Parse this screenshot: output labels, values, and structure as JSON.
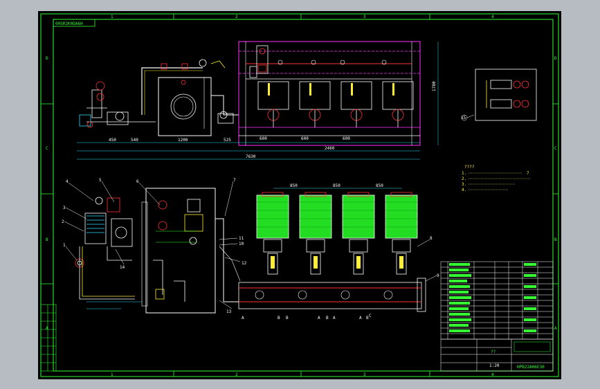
{
  "title_tag": "00SR2K0DA6H",
  "grid": {
    "cols": [
      "1",
      "2",
      "3",
      "4"
    ],
    "rows": [
      "D",
      "C",
      "B",
      "A"
    ]
  },
  "dimensions": {
    "top_front": [
      "450",
      "540",
      "1200",
      "525",
      "600",
      "600",
      "600",
      "2460",
      "7630"
    ],
    "top_right": "1780",
    "bottom_spacing": [
      "850",
      "850",
      "850"
    ]
  },
  "balloons": [
    "4",
    "5",
    "6",
    "7",
    "3",
    "2",
    "1",
    "11",
    "10",
    "14",
    "12",
    "13",
    "8",
    "9",
    "15"
  ],
  "port_letters": [
    "A",
    "B",
    "B",
    "A",
    "B",
    "A",
    "A",
    "B",
    "C"
  ],
  "notes": {
    "heading": "????",
    "items": [
      "1.",
      "2.",
      "3.",
      "4."
    ],
    "count_tag": "7"
  },
  "title_block": {
    "drawing_no": "HPB22A06E30",
    "logo_mark": "??",
    "scale": "1:20"
  },
  "colors": {
    "frame": "#33ff33",
    "steel": "#ffffff",
    "pipe_red": "#ff3333",
    "frame_magenta": "#ff33ff",
    "motor_green": "#22dd22",
    "dim_cyan": "#33ddff",
    "accent_yellow": "#ffee33"
  }
}
